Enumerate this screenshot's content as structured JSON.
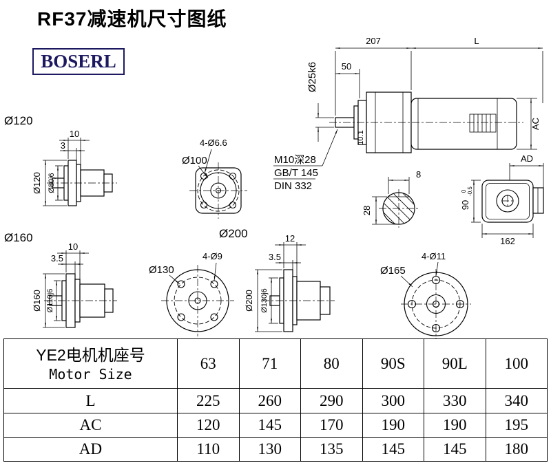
{
  "page": {
    "title": "RF37减速机尺寸图纸",
    "logo": "BOSERL"
  },
  "labels": {
    "g120": "Ø120",
    "g160": "Ø160",
    "g200": "Ø200"
  },
  "view120": {
    "dim_a": "10",
    "dim_b": "3",
    "od": "Ø120",
    "spigot": "Ø80j6"
  },
  "view100": {
    "holes": "4-Ø6.6",
    "dia": "Ø100"
  },
  "main": {
    "dim_207": "207",
    "dim_l": "L",
    "dim_50": "50",
    "shaft_dia": "Ø25k6",
    "dim_ac": "AC",
    "dim_101": "10.1",
    "note1": "M10深28",
    "note2": "GB/T 145",
    "note3": "DIN 332"
  },
  "section": {
    "dim_8": "8",
    "dim_28": "28"
  },
  "rear": {
    "dim_ad": "AD",
    "dim_90": "90",
    "tol_hi": "0",
    "tol_lo": "-0.5",
    "dim_162": "162"
  },
  "view160": {
    "dim_a": "10",
    "dim_b": "3.5",
    "od": "Ø160",
    "spigot": "Ø110j6"
  },
  "view130": {
    "holes": "4-Ø9",
    "dia": "Ø130"
  },
  "view200": {
    "dim_a": "12",
    "dim_b": "3.5",
    "od": "Ø200",
    "spigot": "Ø130j6"
  },
  "view165": {
    "holes": "4-Ø11",
    "dia": "Ø165"
  },
  "table": {
    "motor_cn": "YE2电机机座号",
    "motor_en": "Motor Size",
    "sizes": [
      "63",
      "71",
      "80",
      "90S",
      "90L",
      "100"
    ],
    "rows": [
      {
        "label": "L",
        "values": [
          "225",
          "260",
          "290",
          "300",
          "330",
          "340"
        ]
      },
      {
        "label": "AC",
        "values": [
          "120",
          "145",
          "170",
          "190",
          "190",
          "195"
        ]
      },
      {
        "label": "AD",
        "values": [
          "110",
          "130",
          "135",
          "145",
          "145",
          "180"
        ]
      }
    ]
  }
}
